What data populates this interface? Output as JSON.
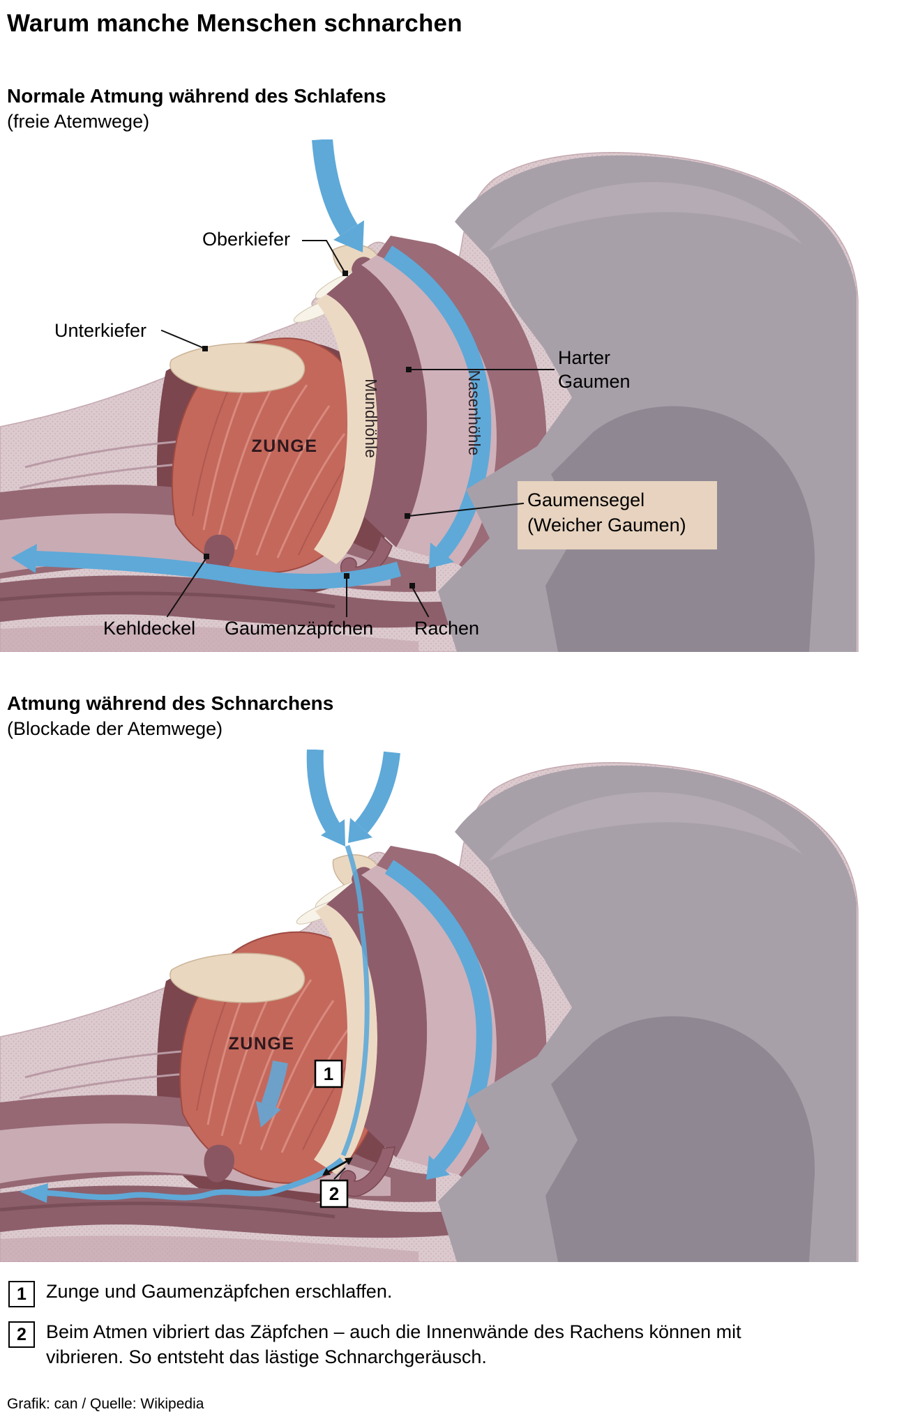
{
  "colors": {
    "accent_blue": "#5ea9d8",
    "skin_pink": "#dccace",
    "tissue_dark": "#8e5d6b",
    "tissue_mid": "#9b6b78",
    "tongue_red": "#c4685c",
    "bone_beige": "#ead7c0",
    "mouth_cavity_beige": "#ecd9c3",
    "hair_gray": "#a8a0a9"
  },
  "page": {
    "title": "Warum manche Menschen schnarchen",
    "credit": "Grafik: can / Quelle: Wikipedia"
  },
  "section1": {
    "heading": "Normale Atmung während des Schlafens",
    "subheading": "(freie Atemwege)",
    "labels": {
      "oberkiefer": "Oberkiefer",
      "unterkiefer": "Unterkiefer",
      "zunge": "ZUNGE",
      "mundhoehle": "Mundhöhle",
      "nasenhoehle": "Nasenhöhle",
      "harter_gaumen_1": "Harter",
      "harter_gaumen_2": "Gaumen",
      "gaumensegel_1": "Gaumensegel",
      "gaumensegel_2": "(Weicher Gaumen)",
      "kehldeckel": "Kehldeckel",
      "gaumenzaepfchen": "Gaumenzäpfchen",
      "rachen": "Rachen"
    }
  },
  "section2": {
    "heading": "Atmung während des Schnarchens",
    "subheading": "(Blockade der Atemwege)",
    "labels": {
      "zunge": "ZUNGE"
    },
    "markers": {
      "m1": "1",
      "m2": "2"
    }
  },
  "legend": {
    "items": [
      {
        "marker": "1",
        "text": "Zunge und Gaumenzäpfchen erschlaffen."
      },
      {
        "marker": "2",
        "text": "Beim Atmen vibriert das Zäpfchen – auch die Innenwände des Rachens können mit vibrieren. So entsteht das lästige Schnarchgeräusch."
      }
    ]
  }
}
